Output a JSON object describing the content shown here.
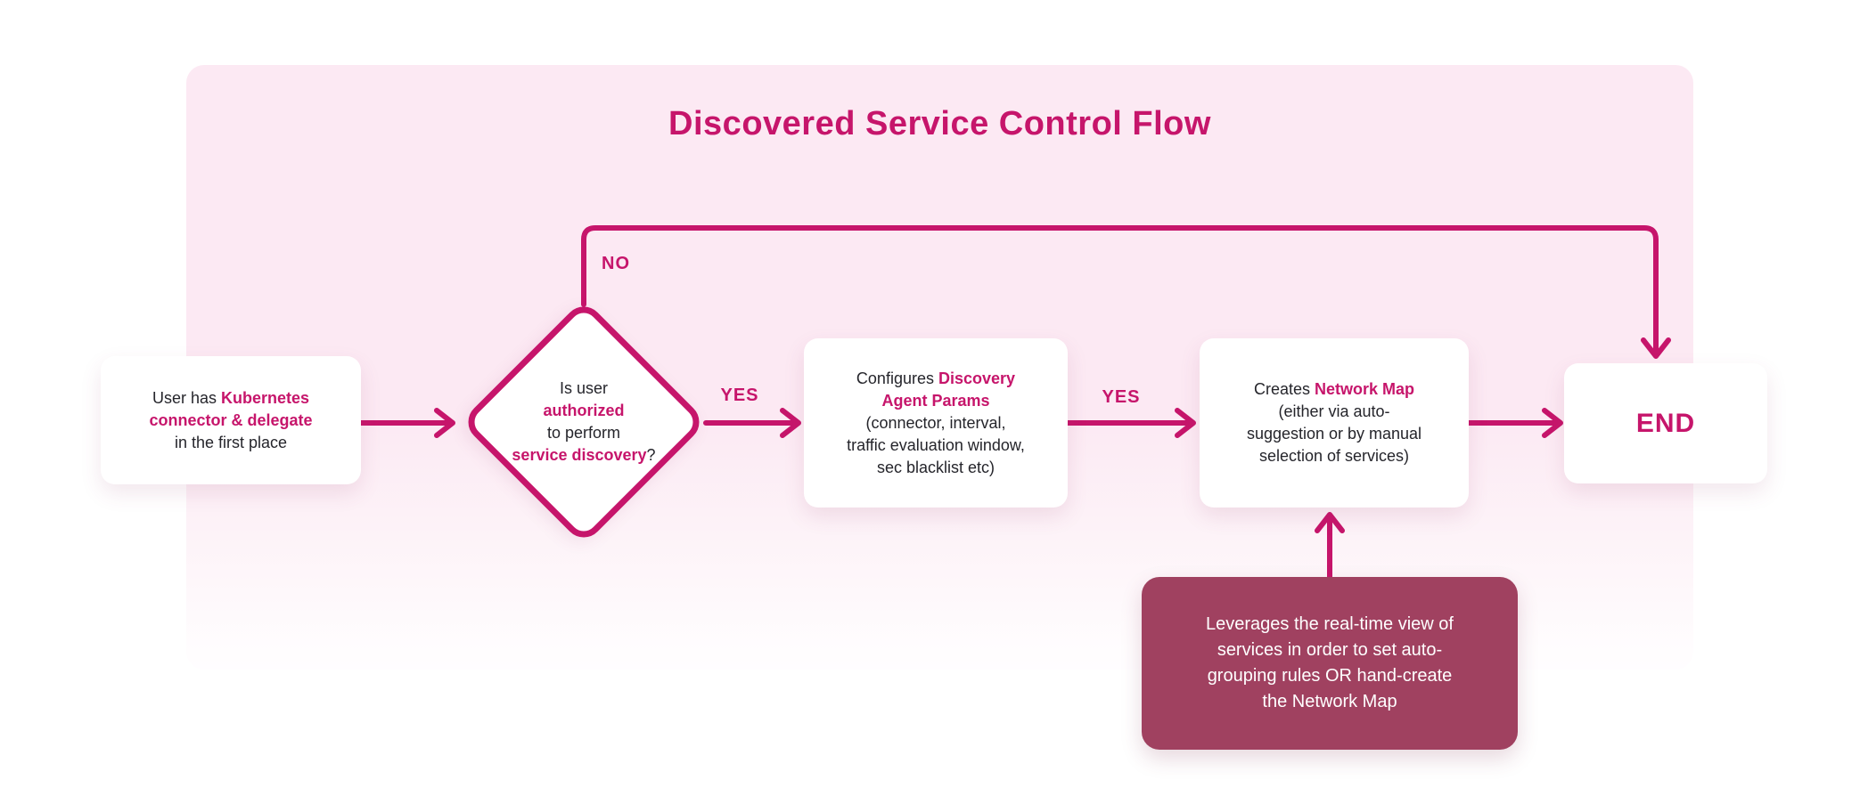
{
  "title": "Discovered Service Control Flow",
  "colors": {
    "accent": "#c6156b",
    "panel_top": "#fce9f3",
    "panel_bottom": "#fffdff",
    "note_bg": "#a04160",
    "node_bg": "#ffffff",
    "body_text": "#25252b",
    "note_text": "#ffffff"
  },
  "nodes": {
    "start": {
      "l1a": "User has ",
      "l1b": "Kubernetes",
      "l2b": "connector & delegate",
      "l3": "in the first place"
    },
    "decision": {
      "l1": "Is user",
      "l2b": "authorized",
      "l3": "to perform",
      "l4b": "service discovery",
      "l4suffix": "?"
    },
    "configure": {
      "l1a": "Configures ",
      "l1b": "Discovery",
      "l2b": "Agent Params",
      "l3": "(connector, interval,",
      "l4": "traffic evaluation window,",
      "l5": "sec blacklist etc)"
    },
    "create_map": {
      "l1a": "Creates ",
      "l1b": "Network Map",
      "l2": "(either via auto-",
      "l3": "suggestion or by manual",
      "l4": "selection of services)"
    },
    "end": {
      "label": "END"
    },
    "note": {
      "l1": "Leverages the real-time view of",
      "l2": "services in order to set auto-",
      "l3": "grouping rules OR hand-create",
      "l4": "the Network Map"
    }
  },
  "edges": {
    "yes1": "YES",
    "yes2": "YES",
    "no": "NO"
  }
}
